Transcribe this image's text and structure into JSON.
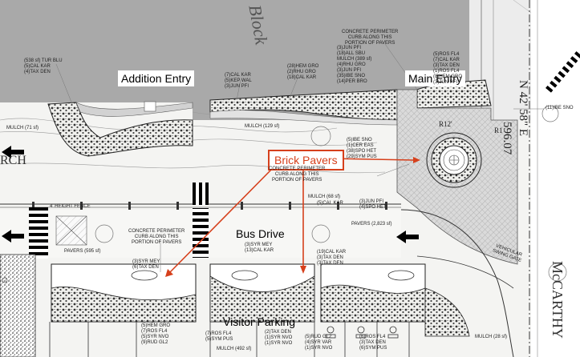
{
  "callouts": {
    "addition_entry": "Addition Entry",
    "main_entry": "Main Entry",
    "brick_pavers": "Brick Pavers",
    "bus_drive": "Bus Drive",
    "visitor_parking": "Visitor Parking"
  },
  "streets": {
    "block": "Block",
    "rch": "RCH",
    "mccarthy": "McCARTHY"
  },
  "dimensions": {
    "bearing": "N 42' 58\" E",
    "distance": "596.07",
    "radius_a": "R12'",
    "radius_b": "R1"
  },
  "notes": {
    "curb_top": "CONCRETE PERIMETER\nCURB ALONG THIS\nPORTION OF PAVERS",
    "curb_mid": "CONCRETE PERIMETER\nCURB ALONG THIS\nPORTION OF PAVERS",
    "curb_left": "CONCRETE PERIMETER\nCURB ALONG THIS\nPORTION OF PAVERS",
    "fence": "4' HEIGHT FENCE",
    "gate": "VEHICULAR\nSWING GATE",
    "mulch_71": "MULCH (71 sf)",
    "mulch_129": "MULCH (129 sf)",
    "mulch_68": "MULCH (68 sf)",
    "mulch_492": "MULCH (492 sf)",
    "mulch_28": "MULCH (28 sf)",
    "pavers_595": "PAVERS (595 sf)",
    "pavers_2823": "PAVERS (2,823 sf)",
    "plants_addition": "(538 sf) TUR BLU\n(5)CAL KAR\n(4)TAX DEN",
    "plants_center_a": "(7)CAL KAR\n(5)KEP WAL\n(3)JUN PFI",
    "plants_center_b": "(28)HEM GRO\n(2)RHU GRO\n(18)CAL KAR",
    "plants_main_a": "(3)JUN PFI\n(18)ALL SBU\nMULCH (389 sf)\n(4)RHU GRO\n(3)JUN PFI\n(35)IBE SNO\n(14)PER BRO",
    "plants_main_b": "(5)ROS FL4\n(7)CAL KAR\n(3)TAX DEN\n(1)ROS FL4\n(8)HEM GRO\n(3)JUN PFI",
    "plants_circle": "(5)IBE SNO\n(1)CER EAS\n(38)SPO HET\n(29)SYM PUS",
    "plants_right": "(11)IBE SNO",
    "plants_below_circle": "(3)JUN PFI\n(4)SPO HET",
    "plants_cal": "(5)CAL KAR",
    "plants_bus_a": "(3)SYR MEY\n(13)CAL KAR",
    "plants_bus_b": "(19)CAL KAR\n(3)TAX DEN\n(3)TAX DEN",
    "plants_left_bed": "(3)SYR MEY\n(6)TAX DEN",
    "plants_bottom_left": "(5)HEM GRO\n(7)ROS FL4\n(5)SYR NVO\n(9)RUD GL2",
    "plants_bottom_mid": "(7)ROS FL4\n(5)SYM PUS",
    "plants_bottom_c": "(2)TAX DEN\n(1)SYR NVO\n(1)SYR NVO",
    "plants_bottom_d": "(5)RUD GL2\n(4)SYR VAR\n(1)SYR NVO",
    "plants_bottom_e": "(6)ROS FL4\n(3)TAX DEN\n(6)SYM PUS"
  }
}
